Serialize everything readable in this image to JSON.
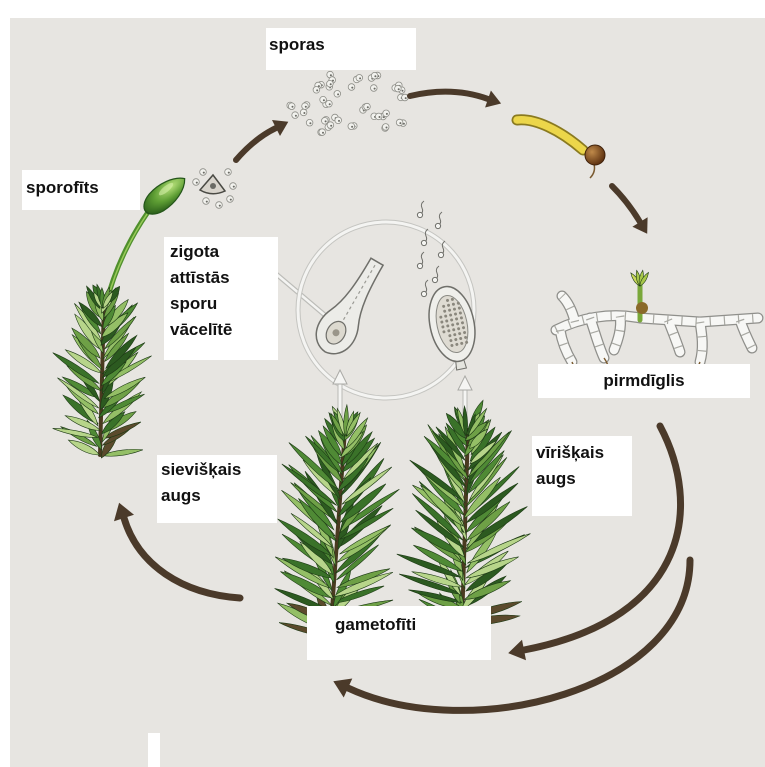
{
  "labels": {
    "spores": "sporas",
    "sporophyte": "sporofīts",
    "zygote_note": [
      "zigota",
      "attīstās",
      "sporu",
      "vācelītē"
    ],
    "protonema": "pirmdīglis",
    "male_plant": [
      "vīrišķais",
      "augs"
    ],
    "female_plant": [
      "sievišķais",
      "augs"
    ],
    "gametophytes": "gametofīti"
  },
  "colors": {
    "background": "#e7e5e1",
    "label_box": "#ffffff",
    "arrow": "#4b3a2a",
    "magnifier_ring": "#f4f4f2",
    "leaf_palette": [
      "#2c5a20",
      "#3a7229",
      "#4f8a35",
      "#6ea046",
      "#94bf66",
      "#b7d58a"
    ],
    "leaf_base": "#5b4a2c",
    "leaf_edge": "#1d3a15",
    "stem": "#4a3a20",
    "sporophyte_stalk": "#4f8f2c",
    "germ_tube": "#ecd64a",
    "protonema": "#f7f7f5",
    "protonema_outline": "#8f8f8b",
    "protonema_cell_wall": "#a9a9a3"
  }
}
